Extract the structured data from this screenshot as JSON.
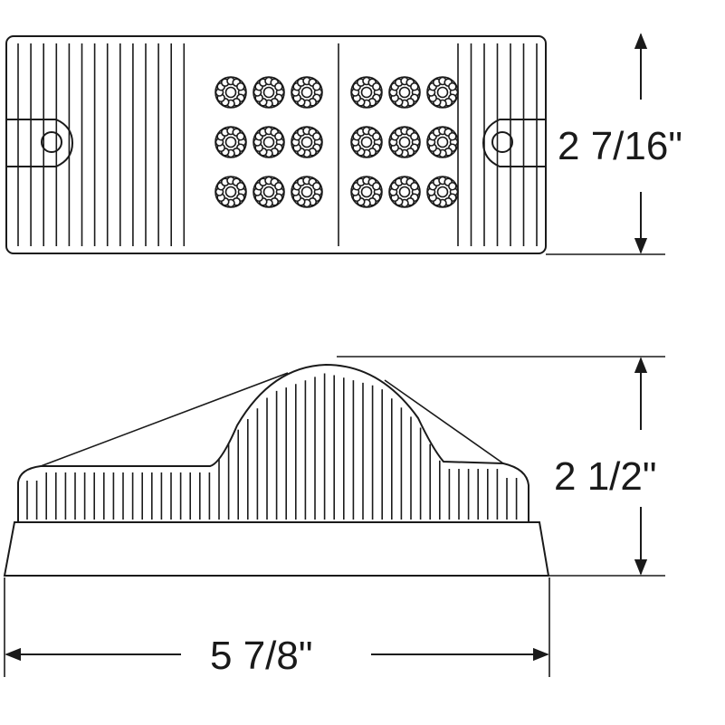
{
  "dimensions": {
    "top_height": "2 7/16\"",
    "side_height": "2 1/2\"",
    "width": "5 7/8\""
  },
  "led_grid": {
    "groups": 2,
    "rows": 3,
    "cols": 3
  },
  "colors": {
    "line": "#1a1a1a",
    "background": "#ffffff"
  }
}
